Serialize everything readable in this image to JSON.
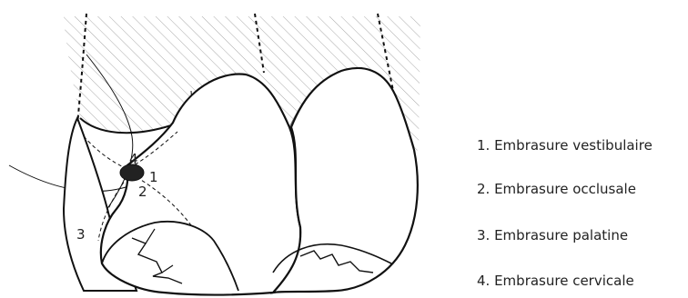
{
  "diagram": {
    "markers": [
      {
        "id": "m1",
        "text": "1"
      },
      {
        "id": "m2",
        "text": "2"
      },
      {
        "id": "m3",
        "text": "3"
      },
      {
        "id": "m4",
        "text": "4"
      }
    ]
  },
  "legend": {
    "items": [
      {
        "text": "1. Embrasure vestibulaire"
      },
      {
        "text": "2. Embrasure occlusale"
      },
      {
        "text": "3. Embrasure palatine"
      },
      {
        "text": "4. Embrasure cervicale"
      }
    ]
  },
  "colors": {
    "line": "#111111",
    "hatch": "#9a9a9a",
    "contact": "#222222"
  }
}
